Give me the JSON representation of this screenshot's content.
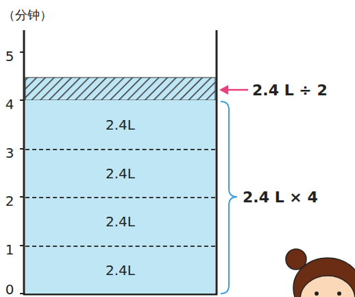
{
  "diagram": {
    "nodes": [
      {
        "text": [
          "2.4L"
        ]
      },
      {
        "text": [
          "2.4L"
        ]
      },
      {
        "text": [
          "2.4L"
        ]
      },
      {
        "text": [
          "2.4L"
        ]
      }
    ],
    "labels": [
      "（分钟）",
      "5",
      "4",
      "3",
      "2",
      "1",
      "0",
      "2.4 L ÷ 2",
      "2.4 L × 4"
    ]
  }
}
